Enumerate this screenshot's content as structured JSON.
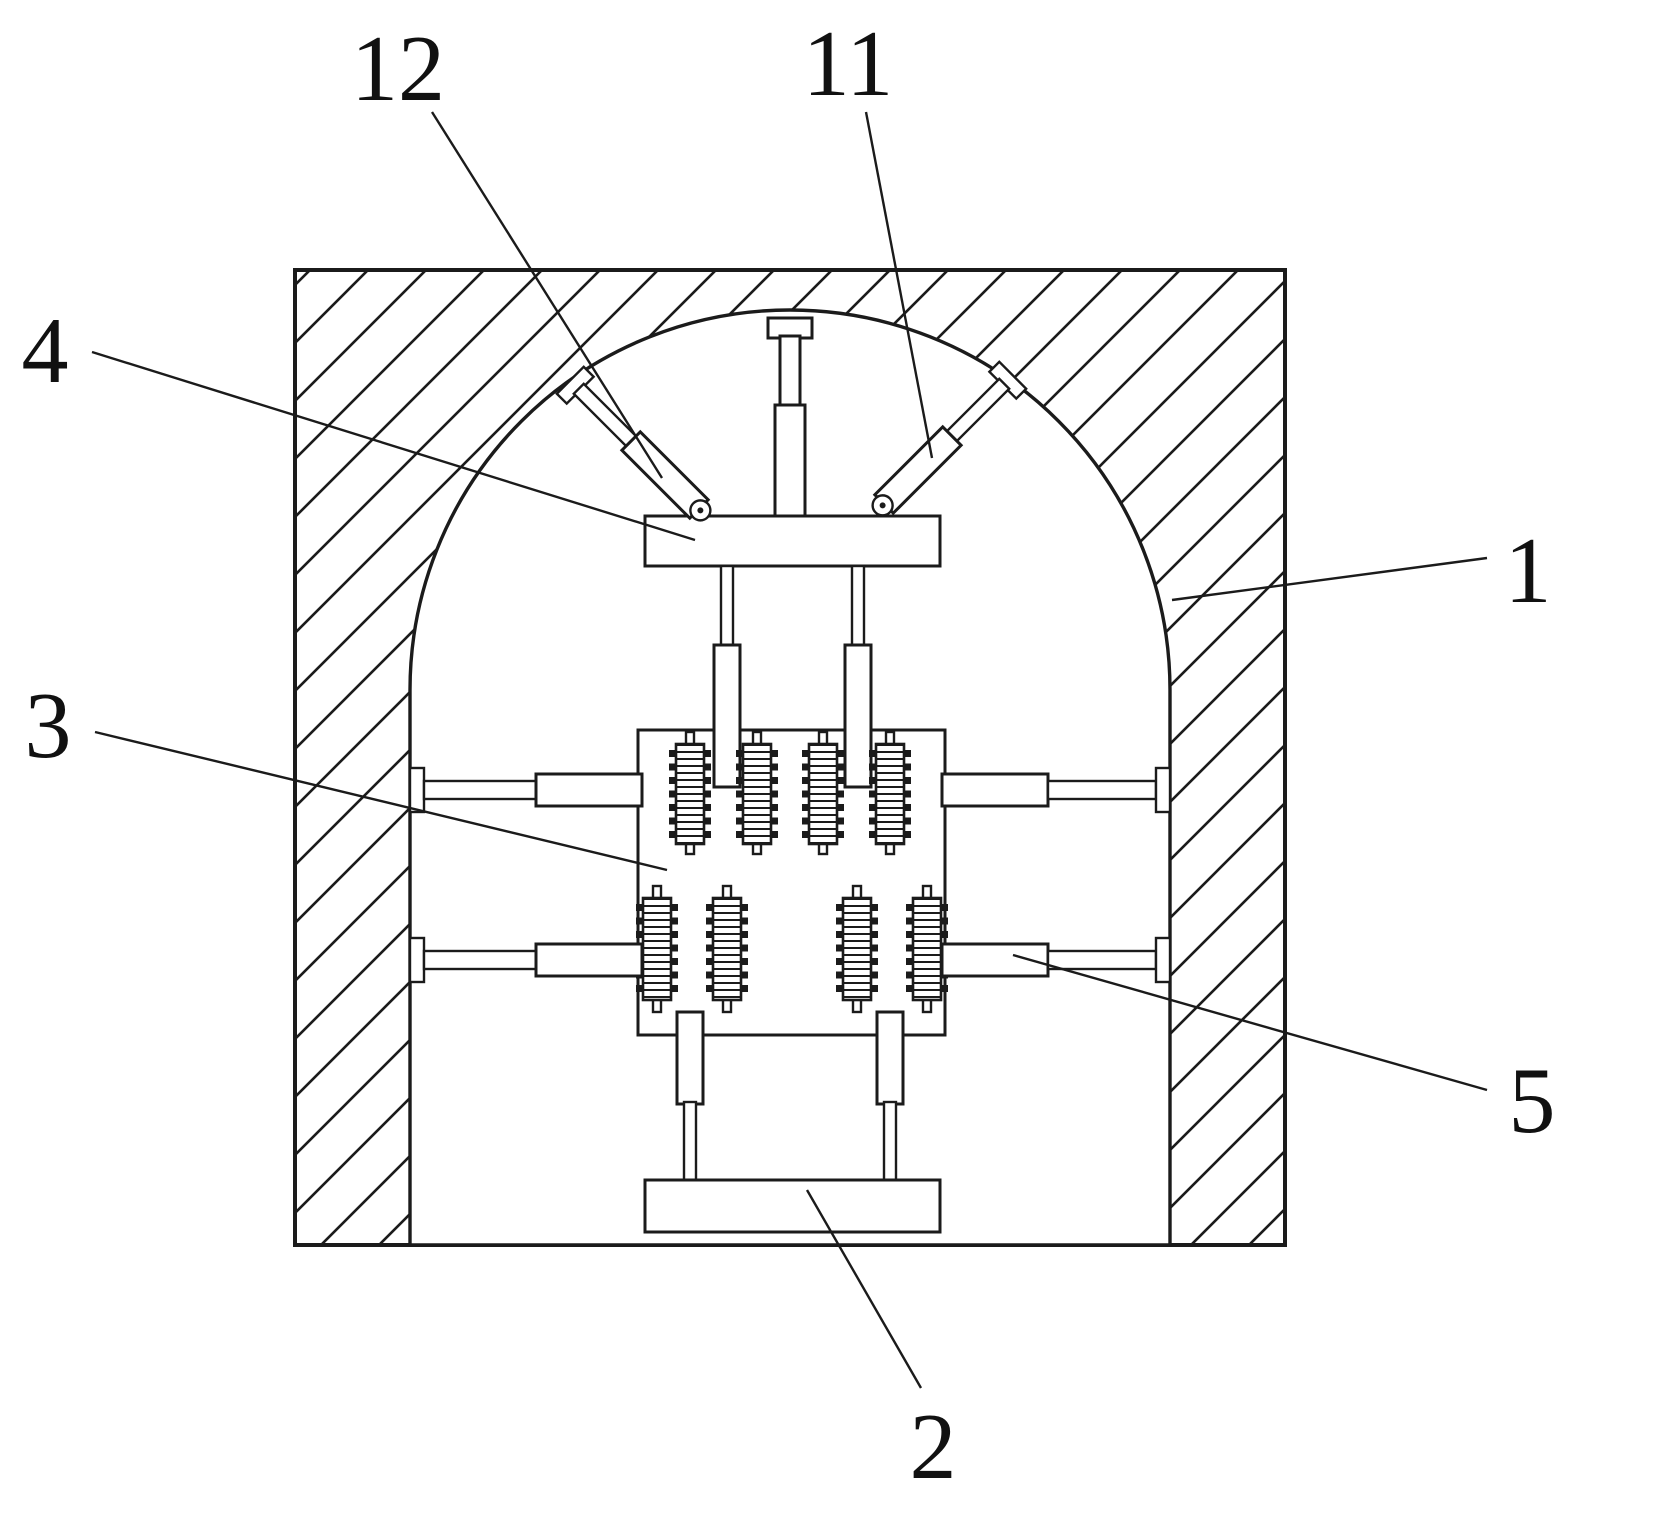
{
  "figure": {
    "type": "patent-technical-drawing",
    "background_color": "#ffffff",
    "line_color": "#1b1b1b",
    "labels": {
      "l1": "1",
      "l2": "2",
      "l3": "3",
      "l4": "4",
      "l5": "5",
      "l11": "11",
      "l12": "12"
    }
  }
}
